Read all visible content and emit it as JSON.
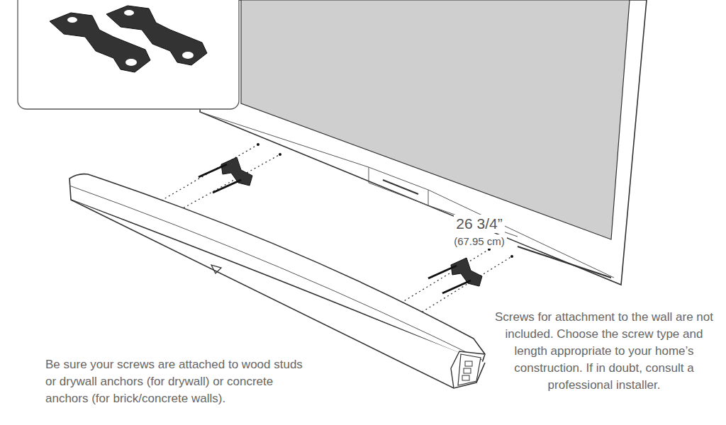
{
  "diagram": {
    "labels": [
      "26 3/4”",
      "(67.95 cm)",
      "Screws for attachment to the wall are not included. Choose the screw type and length appropriate to your home’s construction. If in doubt, consult a professional installer.",
      "Be sure your screws are attached to wood studs or drywall anchors (for drywall) or concrete anchors (for brick/concrete walls)."
    ]
  }
}
